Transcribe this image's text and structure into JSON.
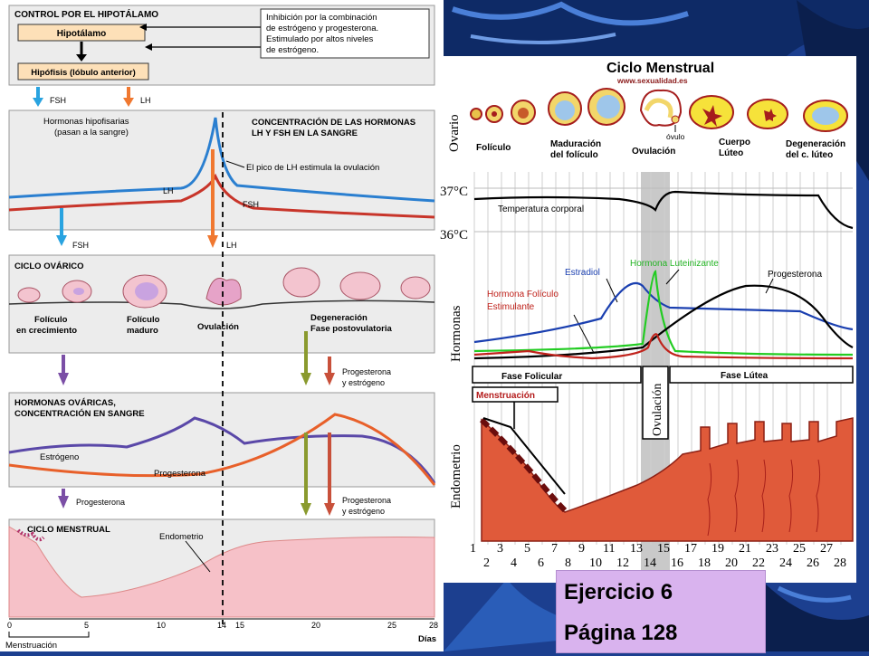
{
  "left": {
    "control": {
      "title": "CONTROL POR EL HIPOTÁLAMO",
      "hipotalamo": "Hipotálamo",
      "hipofisis": "Hipófisis (lóbulo anterior)",
      "note": [
        "Inhibición por la combinación",
        "de estrógeno y progesterona.",
        "Estimulado por altos niveles",
        "de estrógeno."
      ],
      "fsh": "FSH",
      "lh": "LH"
    },
    "lhfsh": {
      "hormonas": [
        "Hormonas hipofisarias",
        "(pasan a la sangre)"
      ],
      "title": [
        "CONCENTRACIÓN DE LAS HORMONAS",
        "LH Y FSH EN LA SANGRE"
      ],
      "peak_note": "El pico de LH estimula la ovulación",
      "lh": "LH",
      "fsh": "FSH",
      "fsh_out": "FSH",
      "lh_out": "LH"
    },
    "ovarico": {
      "title": "CICLO OVÁRICO",
      "foliculo_crec": [
        "Folículo",
        "en crecimiento"
      ],
      "foliculo_maduro": [
        "Folículo",
        "maduro"
      ],
      "ovulacion": "Ovulación",
      "degeneracion": [
        "Degeneración",
        "Fase postovulatoria"
      ],
      "prog_estr": [
        "Progesterona",
        "y estrógeno"
      ]
    },
    "ovaricas": {
      "title": [
        "HORMONAS OVÁRICAS,",
        "CONCENTRACIÓN EN SANGRE"
      ],
      "estrogeno": "Estrógeno",
      "progesterona": "Progesterona",
      "prog_out": "Progesterona",
      "prog_estr": [
        "Progesterona",
        "y estrógeno"
      ]
    },
    "menstrual": {
      "title": "CICLO MENSTRUAL",
      "endometrio": "Endometrio",
      "ticks": [
        "0",
        "5",
        "10",
        "14",
        "15",
        "20",
        "25",
        "28"
      ],
      "dias": "Días",
      "menstruacion": "Menstruación"
    }
  },
  "right": {
    "title": "Ciclo Menstrual",
    "url": "www.sexualidad.es",
    "ovario": "Ovario",
    "ovulo": "óvulo",
    "stages": [
      "Folículo",
      "Maduración",
      "del folículo",
      "Ovulación",
      "Cuerpo",
      "Lúteo",
      "Degeneración",
      "del c. lúteo"
    ],
    "temp_hi": "37°C",
    "temp_lo": "36°C",
    "temp_label": "Temperatura corporal",
    "hormonas": "Hormonas",
    "estradiol": "Estradiol",
    "lh_label": "Hormona Luteinizante",
    "progesterona": "Progesterona",
    "fsh_label": [
      "Hormona Folículo",
      "Estimulante"
    ],
    "fase_folicular": "Fase Folicular",
    "fase_lutea": "Fase Lútea",
    "menstruacion": "Menstruación",
    "ovulacion": "Ovulación",
    "endometrio": "Endometrio",
    "days_odd": [
      "1",
      "3",
      "5",
      "7",
      "9",
      "11",
      "13",
      "15",
      "17",
      "19",
      "21",
      "23",
      "25",
      "27"
    ],
    "days_even": [
      "2",
      "4",
      "6",
      "8",
      "10",
      "12",
      "14",
      "16",
      "18",
      "20",
      "22",
      "24",
      "26",
      "28"
    ]
  },
  "exercise": {
    "title": "Ejercicio 6",
    "page": "Página 128"
  }
}
